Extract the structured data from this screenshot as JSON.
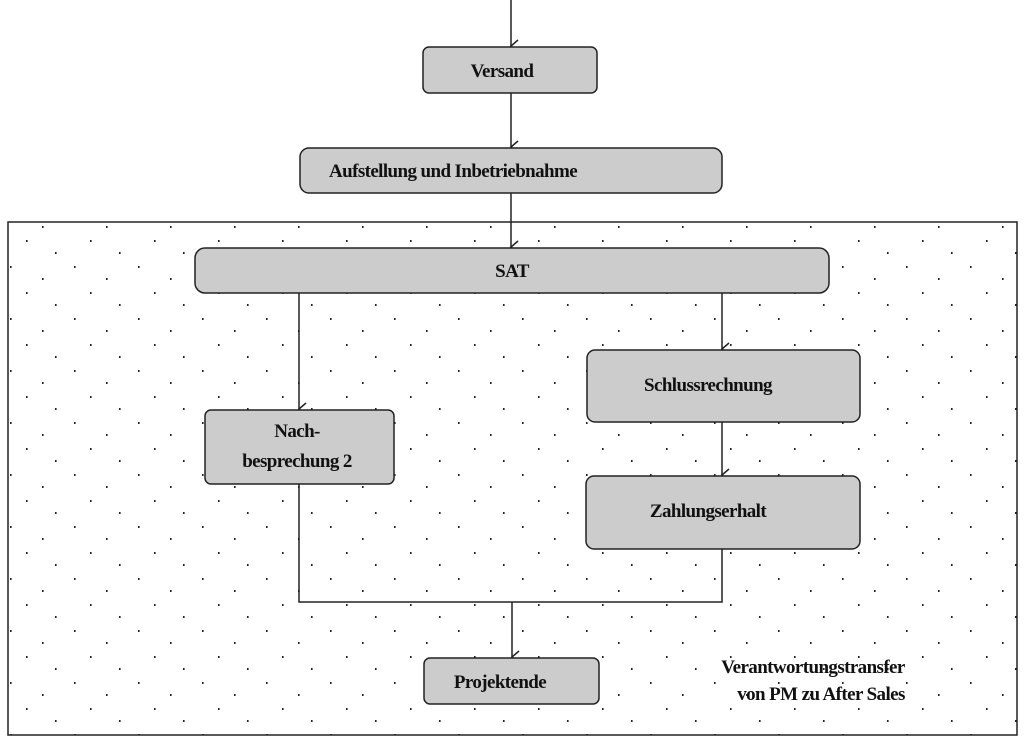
{
  "diagram": {
    "nodes": {
      "versand": "Versand",
      "aufstellung": "Aufstellung und Inbetriebnahme",
      "sat": "SAT",
      "nachbesprechung_line1": "Nach-",
      "nachbesprechung_line2": "besprechung 2",
      "schlussrechnung": "Schlussrechnung",
      "zahlungserhalt": "Zahlungserhalt",
      "projektende": "Projektende"
    },
    "region_label_line1": "Verantwortungstransfer",
    "region_label_line2": "von PM zu After Sales"
  }
}
